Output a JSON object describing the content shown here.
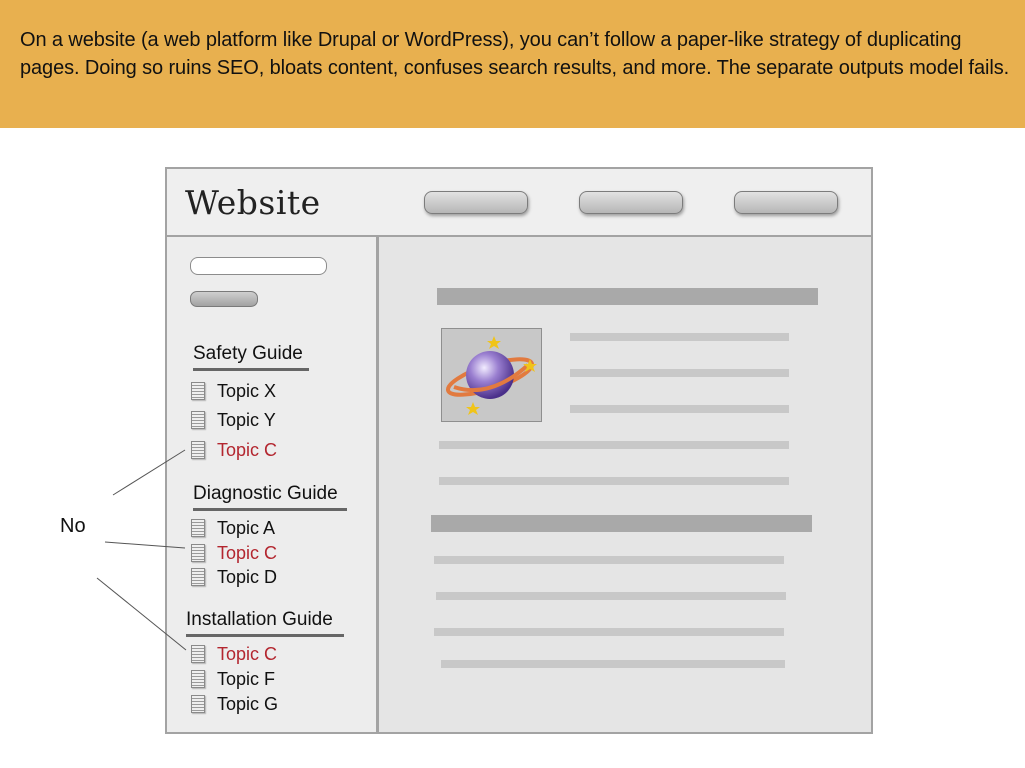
{
  "banner": {
    "text": "On a website (a web platform like Drupal or WordPress), you can’t follow a paper-like strategy of duplicating pages. Doing so ruins SEO, bloats content, confuses search results, and more. The separate outputs model fails."
  },
  "website": {
    "title": "Website",
    "nav_buttons": 3
  },
  "sidebar": {
    "guides": [
      {
        "heading": "Safety Guide",
        "topics": [
          {
            "label": "Topic X",
            "duplicate": false
          },
          {
            "label": "Topic Y",
            "duplicate": false
          },
          {
            "label": "Topic C",
            "duplicate": true
          }
        ]
      },
      {
        "heading": "Diagnostic Guide",
        "topics": [
          {
            "label": "Topic A",
            "duplicate": false
          },
          {
            "label": "Topic C",
            "duplicate": true
          },
          {
            "label": "Topic D",
            "duplicate": false
          }
        ]
      },
      {
        "heading": "Installation Guide",
        "topics": [
          {
            "label": "Topic C",
            "duplicate": true
          },
          {
            "label": "Topic F",
            "duplicate": false
          },
          {
            "label": "Topic G",
            "duplicate": false
          }
        ]
      }
    ]
  },
  "callout": {
    "label": "No"
  },
  "colors": {
    "banner": "#e8b04f",
    "duplicate_topic": "#b3262f",
    "planet": "#7b5bb5",
    "ring": "#e27a3f",
    "star": "#f0c419"
  },
  "icons": [
    "doc-icon",
    "planet-icon",
    "star-icon"
  ]
}
